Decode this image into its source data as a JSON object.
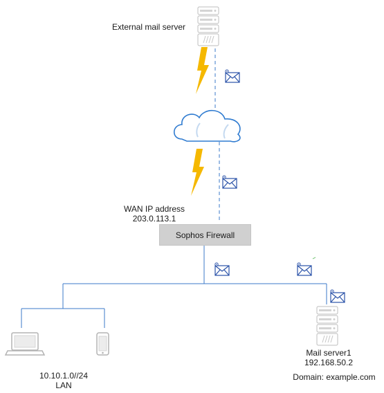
{
  "labels": {
    "external_server": "External mail server",
    "wan_title": "WAN IP address",
    "wan_ip": "203.0.113.1",
    "firewall": "Sophos Firewall",
    "lan_subnet": "10.10.1.0//24",
    "lan": "LAN",
    "mail_server_name": "Mail server1",
    "mail_server_ip": "192.168.50.2",
    "domain": "Domain: example.com"
  },
  "icons": {
    "server": "server-icon",
    "cloud": "cloud-icon",
    "bolt": "lightning-bolt-icon",
    "mail": "mail-envelope-icon",
    "laptop": "laptop-icon",
    "phone": "smartphone-icon"
  },
  "colors": {
    "link_line": "#3b78c8",
    "bolt": "#f5b800",
    "cloud_stroke": "#2f7bd0",
    "mail_stroke": "#2a52a8",
    "server_gray": "#c8c8c8",
    "firewall_fill": "#d0d0d0"
  }
}
